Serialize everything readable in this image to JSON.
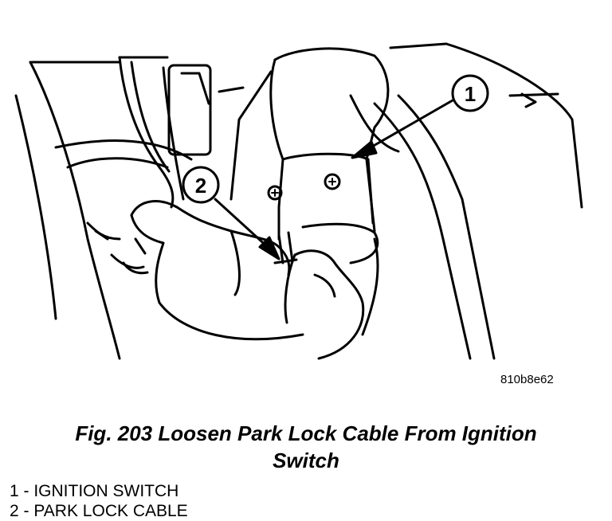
{
  "figure": {
    "code": "810b8e62",
    "caption_line1": "Fig. 203 Loosen Park Lock Cable From Ignition",
    "caption_line2": "Switch"
  },
  "callouts": [
    {
      "number": "1",
      "icon": "callout-circle"
    },
    {
      "number": "2",
      "icon": "callout-circle"
    }
  ],
  "legend": [
    {
      "text": "1 - IGNITION SWITCH"
    },
    {
      "text": "2 - PARK LOCK CABLE"
    }
  ],
  "colors": {
    "ink": "#000000",
    "paper": "#ffffff"
  }
}
